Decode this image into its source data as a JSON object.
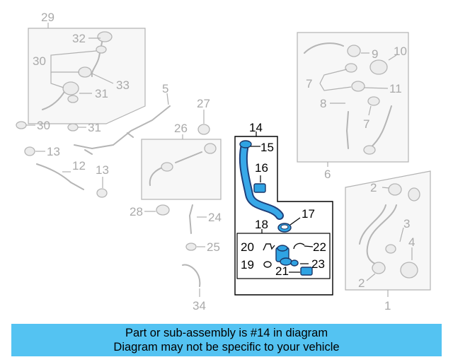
{
  "diagram": {
    "callouts": [
      "29",
      "32",
      "30",
      "33",
      "31",
      "30",
      "31",
      "5",
      "27",
      "26",
      "13",
      "12",
      "13",
      "28",
      "24",
      "25",
      "34",
      "14",
      "15",
      "16",
      "17",
      "18",
      "20",
      "22",
      "19",
      "23",
      "21",
      "10",
      "9",
      "7",
      "11",
      "8",
      "7",
      "6",
      "2",
      "3",
      "4",
      "2",
      "1"
    ],
    "highlighted_part": "14"
  },
  "banner": {
    "line1": "Part or sub-assembly is #14 in diagram",
    "line2": "Diagram may not be specific to your vehicle"
  },
  "colors": {
    "banner": "#54c3f2",
    "highlight_part": "#2fa3e3",
    "muted": "#aaaaaa"
  }
}
